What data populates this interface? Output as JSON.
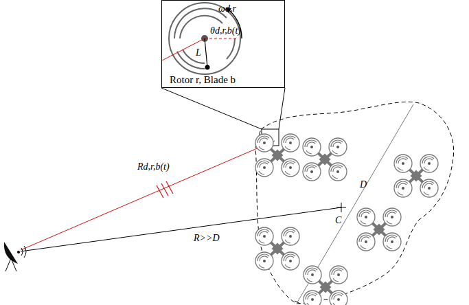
{
  "diagram": {
    "nodes": [
      {
        "text": [
          "Rotor r, Blade b"
        ]
      }
    ],
    "labels": [
      "ωd,r",
      "θd,r,b(t)",
      "L",
      "Rd,r,b(t)",
      "D",
      "C",
      "R>>D"
    ]
  }
}
